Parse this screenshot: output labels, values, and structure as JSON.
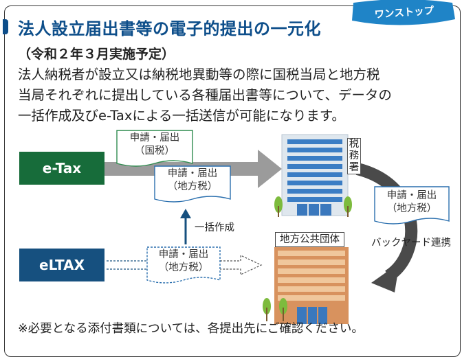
{
  "badge": "ワンストップ",
  "title": "法人設立届出書等の電子的提出の一元化",
  "subtitle": "（令和２年３月実施予定）",
  "body_lines": [
    "法人納税者が設立又は納税地異動等の際に国税当局と地方税",
    "当局それぞれに提出している各種届出書等について、データの",
    "一括作成及びe-Taxによる一括送信が可能になります。"
  ],
  "diagram": {
    "etax_label": "e-Tax",
    "eltax_label": "eLTAX",
    "tag_national": [
      "申請・届出",
      "（国税）"
    ],
    "tag_local_top": [
      "申請・届出",
      "（地方税）"
    ],
    "tag_local_dotted": [
      "申請・届出",
      "（地方税）"
    ],
    "tag_local_right": [
      "申請・届出",
      "（地方税）"
    ],
    "bulk_create": "一括作成",
    "tax_office": "税務署",
    "local_gov": "地方公共団体",
    "backyard": "バックヤード連携"
  },
  "note": "※必要となる添付書類については、各提出先にご確認ください。",
  "colors": {
    "title_blue": "#0d4e8a",
    "etax_green": "#176c3a",
    "eltax_blue": "#16507f",
    "badge_blue": "#1f84c7",
    "arrow_gray": "#9b9b9b",
    "arrow_dark": "#4a4a4a",
    "tag_border_blue": "#2a6fae",
    "tag_border_green": "#2f8c4f"
  }
}
